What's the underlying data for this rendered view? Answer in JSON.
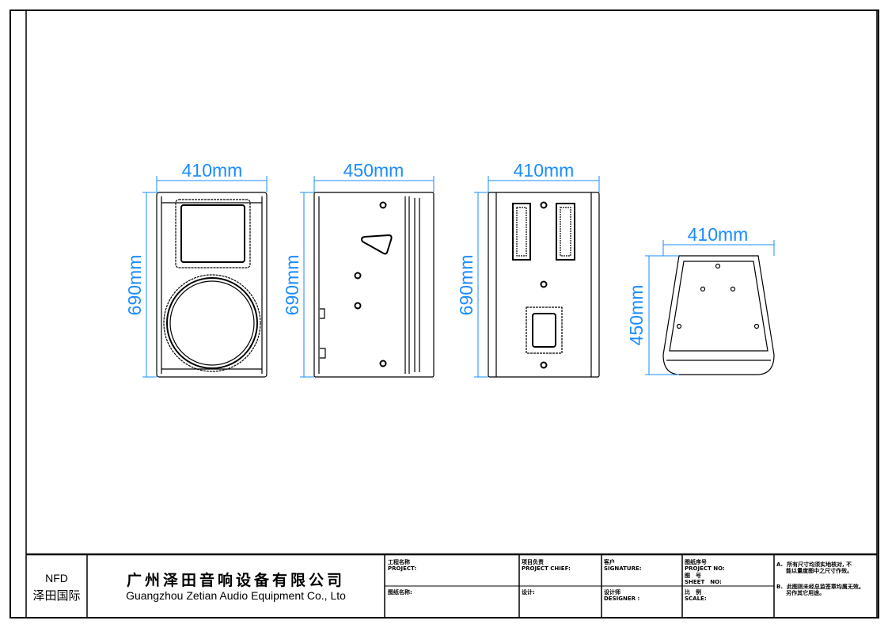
{
  "dimensions": {
    "front_width": "410mm",
    "front_height": "690mm",
    "side_width": "450mm",
    "side_height": "690mm",
    "rear_width": "410mm",
    "rear_height": "690mm",
    "top_width": "410mm",
    "top_depth": "450mm"
  },
  "colors": {
    "dimension": "#1a8cff",
    "line": "#000000"
  },
  "title_block": {
    "logo_top": "NFD",
    "logo_bottom": "泽田国际",
    "company_cn": "广州泽田音响设备有限公司",
    "company_en": "Guangzhou Zetian Audio Equipment Co., Lto",
    "project": "工程名称\nPROJECT:",
    "drawing_name": "图纸名称:",
    "project_chief": "项目负责\nPROJECT CHIEF:",
    "design": "设计:",
    "signature": "客户\nSIGNATURE:",
    "designer": "设计师\nDESIGNER :",
    "project_no": "图纸序号\nPROJECT NO:",
    "sheet_no": "图　号\nSHEET　NO:",
    "scale": "比　例\nSCALE:",
    "note_a": "A.  所有尺寸均须实地核对, 不\n     能以量度图中之尺寸作效。",
    "note_b": "B.  此图则未经总监签章均属无效。\n     另作其它用途。"
  }
}
